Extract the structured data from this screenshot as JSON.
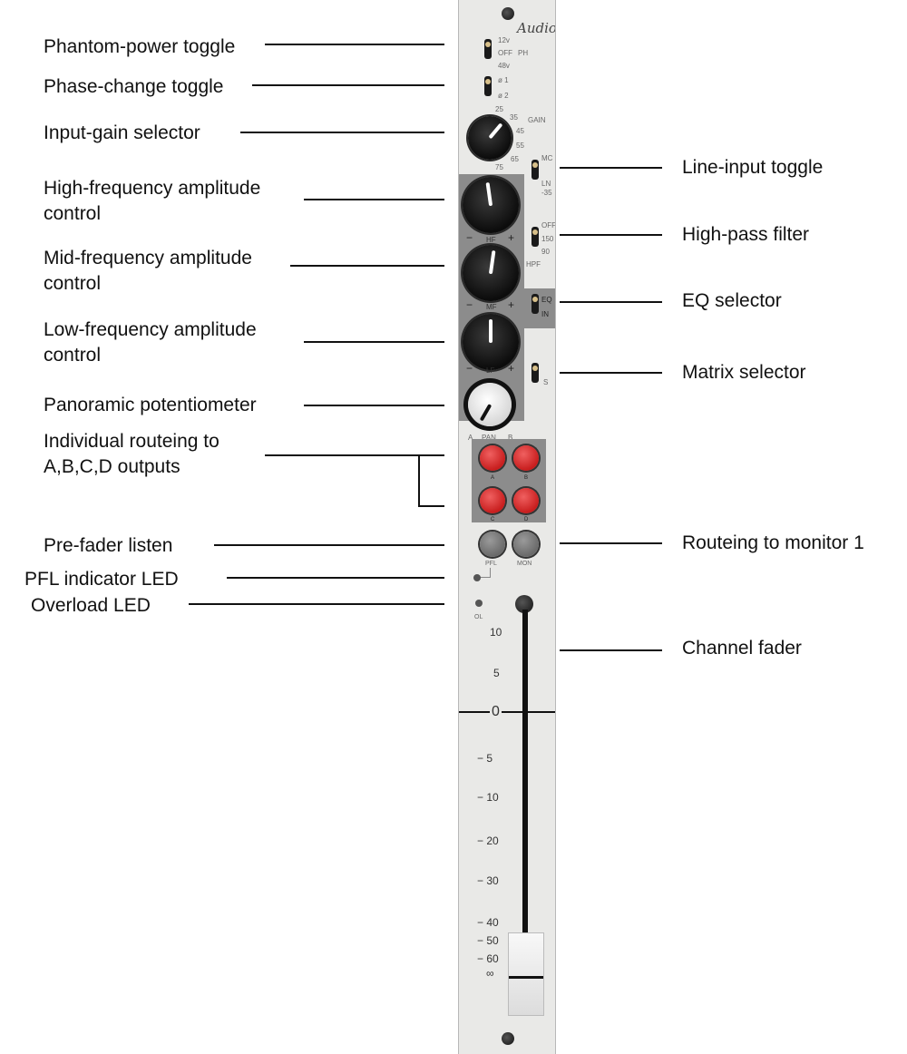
{
  "labels_left": [
    {
      "id": "phantom",
      "text": "Phantom-power toggle"
    },
    {
      "id": "phase",
      "text": "Phase-change toggle"
    },
    {
      "id": "gain",
      "text": "Input-gain selector"
    },
    {
      "id": "hf",
      "text": "High-frequency amplitude\n control"
    },
    {
      "id": "mf",
      "text": "Mid-frequency amplitude\n control"
    },
    {
      "id": "lf",
      "text": "Low-frequency amplitude\n control"
    },
    {
      "id": "pan",
      "text": "Panoramic potentiometer"
    },
    {
      "id": "routing",
      "text": "Individual routeing to\nA,B,C,D outputs"
    },
    {
      "id": "pfl",
      "text": "Pre-fader listen"
    },
    {
      "id": "pfl-led",
      "text": "PFL indicator LED"
    },
    {
      "id": "ol-led",
      "text": "Overload LED"
    }
  ],
  "labels_right": [
    {
      "id": "line",
      "text": "Line-input toggle"
    },
    {
      "id": "hpf",
      "text": "High-pass filter"
    },
    {
      "id": "eq",
      "text": "EQ selector"
    },
    {
      "id": "matrix",
      "text": "Matrix selector"
    },
    {
      "id": "mon",
      "text": "Routeing to monitor 1"
    },
    {
      "id": "fader",
      "text": "Channel fader"
    }
  ],
  "strip": {
    "brand": "Audio",
    "phantom_marks": [
      "12v",
      "OFF",
      "PH",
      "48v"
    ],
    "phase_marks": [
      "ø 1",
      "ø 2"
    ],
    "gain_label": "GAIN",
    "gain_marks": [
      "25",
      "35",
      "45",
      "55",
      "65",
      "75"
    ],
    "line_marks": [
      "MC",
      "LN",
      "-35"
    ],
    "hpf_marks": [
      "OFF",
      "150",
      "90",
      "HPF"
    ],
    "eq_marks": [
      "EQ",
      "IN"
    ],
    "matrix_mark": "S",
    "hf_label": "HF",
    "mf_label": "MF",
    "lf_label": "LF",
    "minus": "−",
    "plus": "+",
    "pan_label": "PAN",
    "pan_a": "A",
    "pan_b": "B",
    "route_buttons": [
      "A",
      "B",
      "C",
      "D"
    ],
    "pfl_label": "PFL",
    "mon_label": "MON",
    "ol_label": "OL",
    "fader_scale": [
      "10",
      "5",
      "0",
      "− 5",
      "− 10",
      "− 20",
      "− 30",
      "− 40",
      "− 50",
      "− 60",
      "∞"
    ]
  },
  "colors": {
    "route_button": "#d42a2a",
    "pfl_button": "#7a7a7a",
    "panel": "#e9e9e7"
  }
}
